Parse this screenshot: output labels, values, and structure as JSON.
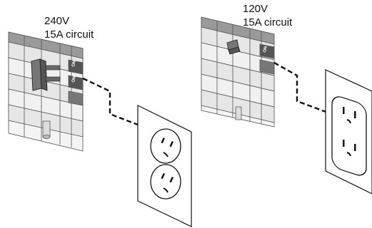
{
  "left_panel": {
    "voltage": "240V",
    "circuit": "15A circuit"
  },
  "right_panel": {
    "voltage": "120V",
    "circuit": "15A circuit"
  },
  "breaker_handle_labels": [
    "ON",
    "ON",
    "ON"
  ],
  "colors": {
    "line": "#111111",
    "panel_fill": "#f4f4f4",
    "panel_dark": "#8a8a8a",
    "breaker_handle": "#777777"
  }
}
